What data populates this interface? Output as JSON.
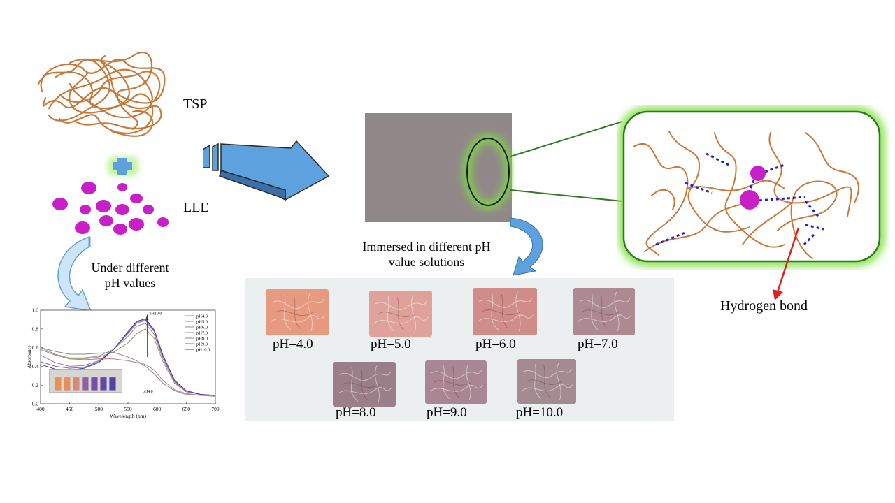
{
  "labels": {
    "tsp": "TSP",
    "lle": "LLE",
    "under_ph": [
      "Under different",
      "pH values"
    ],
    "immersed": [
      "Immersed in different pH",
      "value solutions"
    ],
    "hydrogen_bond": "Hydrogen bond"
  },
  "films": [
    {
      "label": "pH=4.0",
      "color": "#e69a80"
    },
    {
      "label": "pH=5.0",
      "color": "#dea29a"
    },
    {
      "label": "pH=6.0",
      "color": "#cf8c88"
    },
    {
      "label": "pH=7.0",
      "color": "#ad8a92"
    },
    {
      "label": "pH=8.0",
      "color": "#9a7f88"
    },
    {
      "label": "pH=9.0",
      "color": "#a88692"
    },
    {
      "label": "pH=10.0",
      "color": "#a48b92"
    }
  ],
  "colors": {
    "polymer": "#c8793a",
    "lle": "#c81fc8",
    "arrow_blue": "#5da2de",
    "glow": "#7fe040",
    "frame": "#2d7a22",
    "hbond": "#2020d0",
    "red_arrow": "#e02020",
    "film_gray": "#908888"
  },
  "chart_data": {
    "type": "line",
    "xlabel": "Wavelength (nm)",
    "ylabel": "Absorbance",
    "xlim": [
      400,
      700
    ],
    "ylim": [
      0.0,
      1.0
    ],
    "xticks": [
      400,
      450,
      500,
      550,
      600,
      650,
      700
    ],
    "yticks": [
      0.0,
      0.2,
      0.4,
      0.6,
      0.8,
      1.0
    ],
    "annotations": [
      "pH10.0",
      "pH4.0"
    ],
    "x": [
      400,
      425,
      450,
      475,
      500,
      525,
      550,
      565,
      580,
      595,
      610,
      630,
      650,
      675,
      700
    ],
    "series": [
      {
        "name": "pH4.0",
        "color": "#8a8a8a",
        "values": [
          0.6,
          0.56,
          0.53,
          0.53,
          0.54,
          0.55,
          0.5,
          0.46,
          0.4,
          0.32,
          0.22,
          0.14,
          0.1,
          0.09,
          0.08
        ]
      },
      {
        "name": "pH5.0",
        "color": "#c07a7a",
        "values": [
          0.58,
          0.52,
          0.48,
          0.47,
          0.48,
          0.48,
          0.46,
          0.44,
          0.42,
          0.36,
          0.25,
          0.15,
          0.11,
          0.09,
          0.08
        ]
      },
      {
        "name": "pH6.0",
        "color": "#a09060",
        "values": [
          0.58,
          0.52,
          0.48,
          0.48,
          0.5,
          0.55,
          0.65,
          0.75,
          0.8,
          0.7,
          0.45,
          0.22,
          0.13,
          0.1,
          0.09
        ]
      },
      {
        "name": "pH7.0",
        "color": "#8c8cb0",
        "values": [
          0.6,
          0.53,
          0.49,
          0.49,
          0.51,
          0.58,
          0.72,
          0.83,
          0.86,
          0.74,
          0.48,
          0.23,
          0.13,
          0.1,
          0.09
        ]
      },
      {
        "name": "pH8.0",
        "color": "#b070b0",
        "values": [
          0.52,
          0.44,
          0.4,
          0.41,
          0.46,
          0.58,
          0.75,
          0.86,
          0.89,
          0.77,
          0.5,
          0.24,
          0.13,
          0.1,
          0.09
        ]
      },
      {
        "name": "pH9.0",
        "color": "#6a6ab0",
        "values": [
          0.45,
          0.4,
          0.38,
          0.39,
          0.45,
          0.58,
          0.76,
          0.87,
          0.9,
          0.78,
          0.51,
          0.25,
          0.14,
          0.1,
          0.09
        ]
      },
      {
        "name": "pH10.0",
        "color": "#404090",
        "values": [
          0.42,
          0.37,
          0.36,
          0.38,
          0.44,
          0.58,
          0.77,
          0.88,
          0.91,
          0.79,
          0.52,
          0.25,
          0.14,
          0.1,
          0.09
        ]
      }
    ],
    "inset_vial_colors": [
      "#e8905a",
      "#e29060",
      "#d88a78",
      "#9060a0",
      "#7050a8",
      "#6048a8",
      "#5040a8"
    ]
  }
}
